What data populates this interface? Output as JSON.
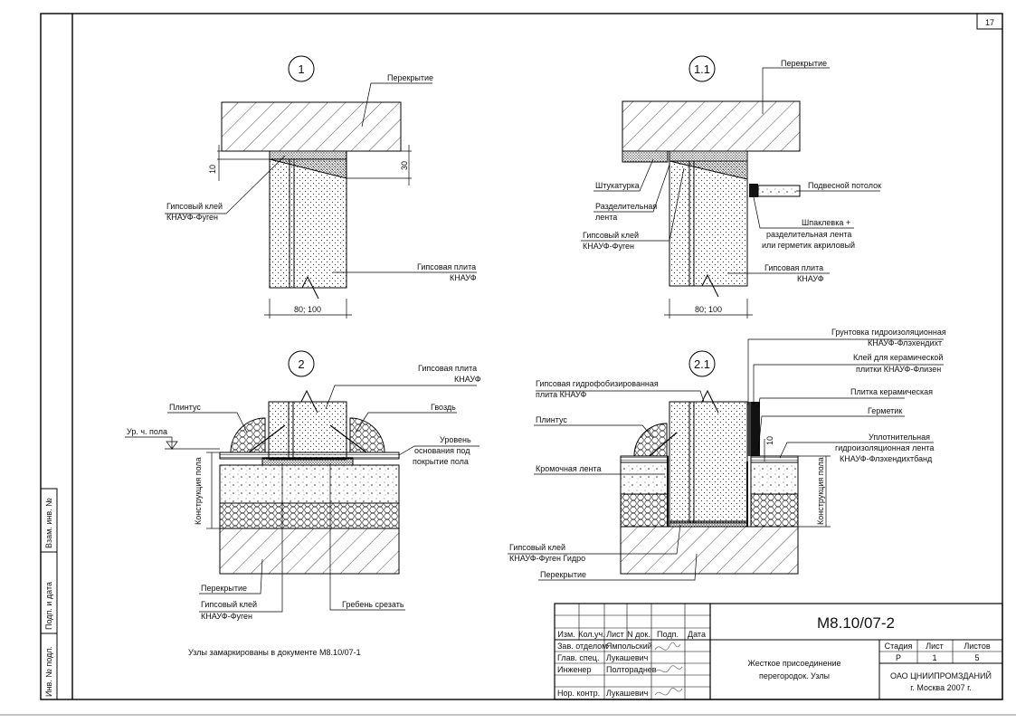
{
  "sheet": {
    "page_number": "17",
    "note": "Узлы замаркированы в документе М8.10/07-1"
  },
  "side_stamp": {
    "vzam": "Взам. инв. №",
    "podp": "Подп. и дата",
    "inv": "Инв. № подл."
  },
  "node1": {
    "number": "1",
    "perekrytie": "Перекрытие",
    "dim_10": "10",
    "dim_30": "30",
    "glue_1": "Гипсовый клей",
    "glue_2": "КНАУФ-Фуген",
    "plate_1": "Гипсовая плита",
    "plate_2": "КНАУФ",
    "width": "80; 100"
  },
  "node11": {
    "number": "1.1",
    "perekrytie": "Перекрытие",
    "shtukaturka": "Штукатурка",
    "sep_1": "Разделительная",
    "sep_2": "лента",
    "glue_1": "Гипсовый клей",
    "glue_2": "КНАУФ-Фуген",
    "ceiling": "Подвесной потолок",
    "putty_1": "Шпаклевка +",
    "putty_2": "разделительная лента",
    "putty_3": "или герметик акриловый",
    "plate_1": "Гипсовая плита",
    "plate_2": "КНАУФ",
    "width": "80; 100"
  },
  "node2": {
    "number": "2",
    "plate_1": "Гипсовая плита",
    "plate_2": "КНАУФ",
    "plintus": "Плинтус",
    "gvozd": "Гвоздь",
    "floor_level": "Ур. ч. пола",
    "level_1": "Уровень",
    "level_2": "основания под",
    "level_3": "покрытие пола",
    "constr": "Конструкция пола",
    "perekrytie": "Перекрытие",
    "glue_1": "Гипсовый клей",
    "glue_2": "КНАУФ-Фуген",
    "comb": "Гребень срезать"
  },
  "node21": {
    "number": "2.1",
    "hydro_plate_1": "Гипсовая гидрофобизированная",
    "hydro_plate_2": "плита КНАУФ",
    "plintus": "Плинтус",
    "edge_tape": "Кромочная лента",
    "primer_1": "Грунтовка гидроизоляционная",
    "primer_2": "КНАУФ-Флэхендихт",
    "tile_glue_1": "Клей для керамической",
    "tile_glue_2": "плитки КНАУФ-Флизен",
    "tile": "Плитка керамическая",
    "sealant": "Герметик",
    "dim_10": "10",
    "seal_tape_1": "Уплотнительная",
    "seal_tape_2": "гидроизоляционная лента",
    "seal_tape_3": "КНАУФ-Флэхендихтбанд",
    "constr": "Конструкция пола",
    "glue_1": "Гипсовый клей",
    "glue_2": "КНАУФ-Фуген Гидро",
    "perekrytie": "Перекрытие"
  },
  "title_block": {
    "code": "М8.10/07-2",
    "headers": [
      "Изм.",
      "Кол.уч.",
      "Лист",
      "N док.",
      "Подп.",
      "Дата"
    ],
    "rows": [
      {
        "role": "Зав. отделом",
        "name": "Ямпольский"
      },
      {
        "role": "Глав. спец.",
        "name": "Лукашевич"
      },
      {
        "role": "Инженер",
        "name": "Полтораднев"
      },
      {
        "role": "Нор. контр.",
        "name": "Лукашевич"
      }
    ],
    "title_1": "Жесткое присоединение",
    "title_2": "перегородок. Узлы",
    "stage_label": "Стадия",
    "sheet_label": "Лист",
    "sheets_label": "Листов",
    "stage": "Р",
    "sheet": "1",
    "sheets": "5",
    "org_1": "ОАО ЦНИИПРОМЗДАНИЙ",
    "org_2": "г. Москва 2007 г."
  }
}
